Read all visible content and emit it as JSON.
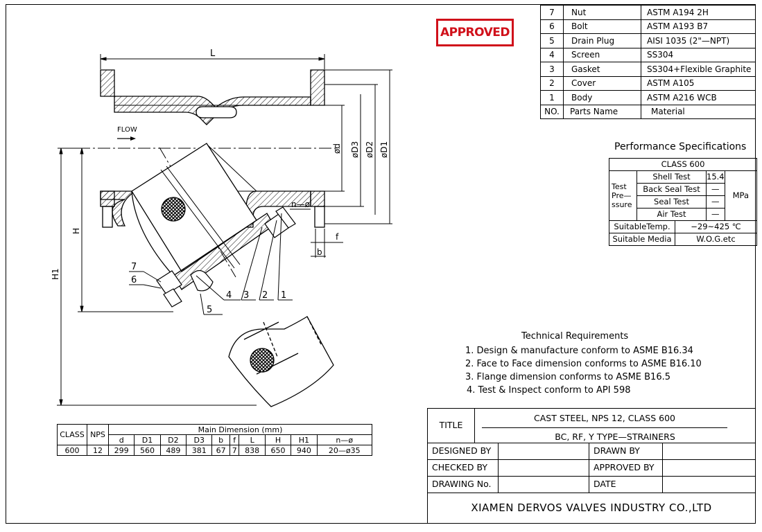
{
  "stamp": "APPROVED",
  "parts": {
    "rows": [
      {
        "no": "7",
        "name": "Nut",
        "material": "ASTM A194 2H"
      },
      {
        "no": "6",
        "name": "Bolt",
        "material": "ASTM A193 B7"
      },
      {
        "no": "5",
        "name": "Drain Plug",
        "material": "AISI 1035 (2\"—NPT)"
      },
      {
        "no": "4",
        "name": "Screen",
        "material": "SS304"
      },
      {
        "no": "3",
        "name": "Gasket",
        "material": "SS304+Flexible Graphite"
      },
      {
        "no": "2",
        "name": "Cover",
        "material": "ASTM A105"
      },
      {
        "no": "1",
        "name": "Body",
        "material": "ASTM A216 WCB"
      }
    ],
    "header": {
      "no": "NO.",
      "name": "Parts Name",
      "material": "Material"
    }
  },
  "performance": {
    "title": "Performance Specifications",
    "class": "CLASS 600",
    "test_pressure_label": "Test Pre— ssure",
    "unit": "MPa",
    "tests": [
      {
        "name": "Shell Test",
        "value": "15.4"
      },
      {
        "name": "Back Seal Test",
        "value": "—"
      },
      {
        "name": "Seal Test",
        "value": "—"
      },
      {
        "name": "Air Test",
        "value": "—"
      }
    ],
    "temp_label": "SuitableTemp.",
    "temp_value": "−29~425 ℃",
    "media_label": "Suitable Media",
    "media_value": "W.O.G.etc"
  },
  "tech_req": {
    "title": "Technical Requirements",
    "items": [
      "1. Design & manufacture conform to ASME B16.34",
      "2. Face to Face dimension conforms to ASME B16.10",
      "3. Flange dimension conforms to ASME B16.5",
      "4. Test & Inspect conform to API 598"
    ]
  },
  "dimensions": {
    "class_label": "CLASS",
    "nps_label": "NPS",
    "main_label": "Main Dimension (mm)",
    "headers": [
      "d",
      "D1",
      "D2",
      "D3",
      "b",
      "f",
      "L",
      "H",
      "H1",
      "n—ø"
    ],
    "class_value": "600",
    "nps_value": "12",
    "values": [
      "299",
      "560",
      "489",
      "381",
      "67",
      "7",
      "838",
      "650",
      "940",
      "20—ø35"
    ]
  },
  "title_block": {
    "title_label": "TITLE",
    "title_line1": "CAST STEEL, NPS 12, CLASS 600",
    "title_line2": "BC, RF, Y TYPE—STRAINERS",
    "designed_by": "DESIGNED BY",
    "drawn_by": "DRAWN BY",
    "checked_by": "CHECKED  BY",
    "approved_by": "APPROVED BY",
    "drawing_no": "DRAWING No.",
    "date": "DATE",
    "company": "XIAMEN DERVOS VALVES INDUSTRY CO.,LTD"
  },
  "drawing_labels": {
    "L": "L",
    "flow": "FLOW",
    "d": "ød",
    "D3": "øD3",
    "D2": "øD2",
    "D1": "øD1",
    "H": "H",
    "H1": "H1",
    "n_phi": "n—ø",
    "f": "f",
    "b": "b",
    "c7": "7",
    "c6": "6",
    "c5": "5",
    "c4": "4",
    "c3": "3",
    "c2": "2",
    "c1": "1"
  }
}
